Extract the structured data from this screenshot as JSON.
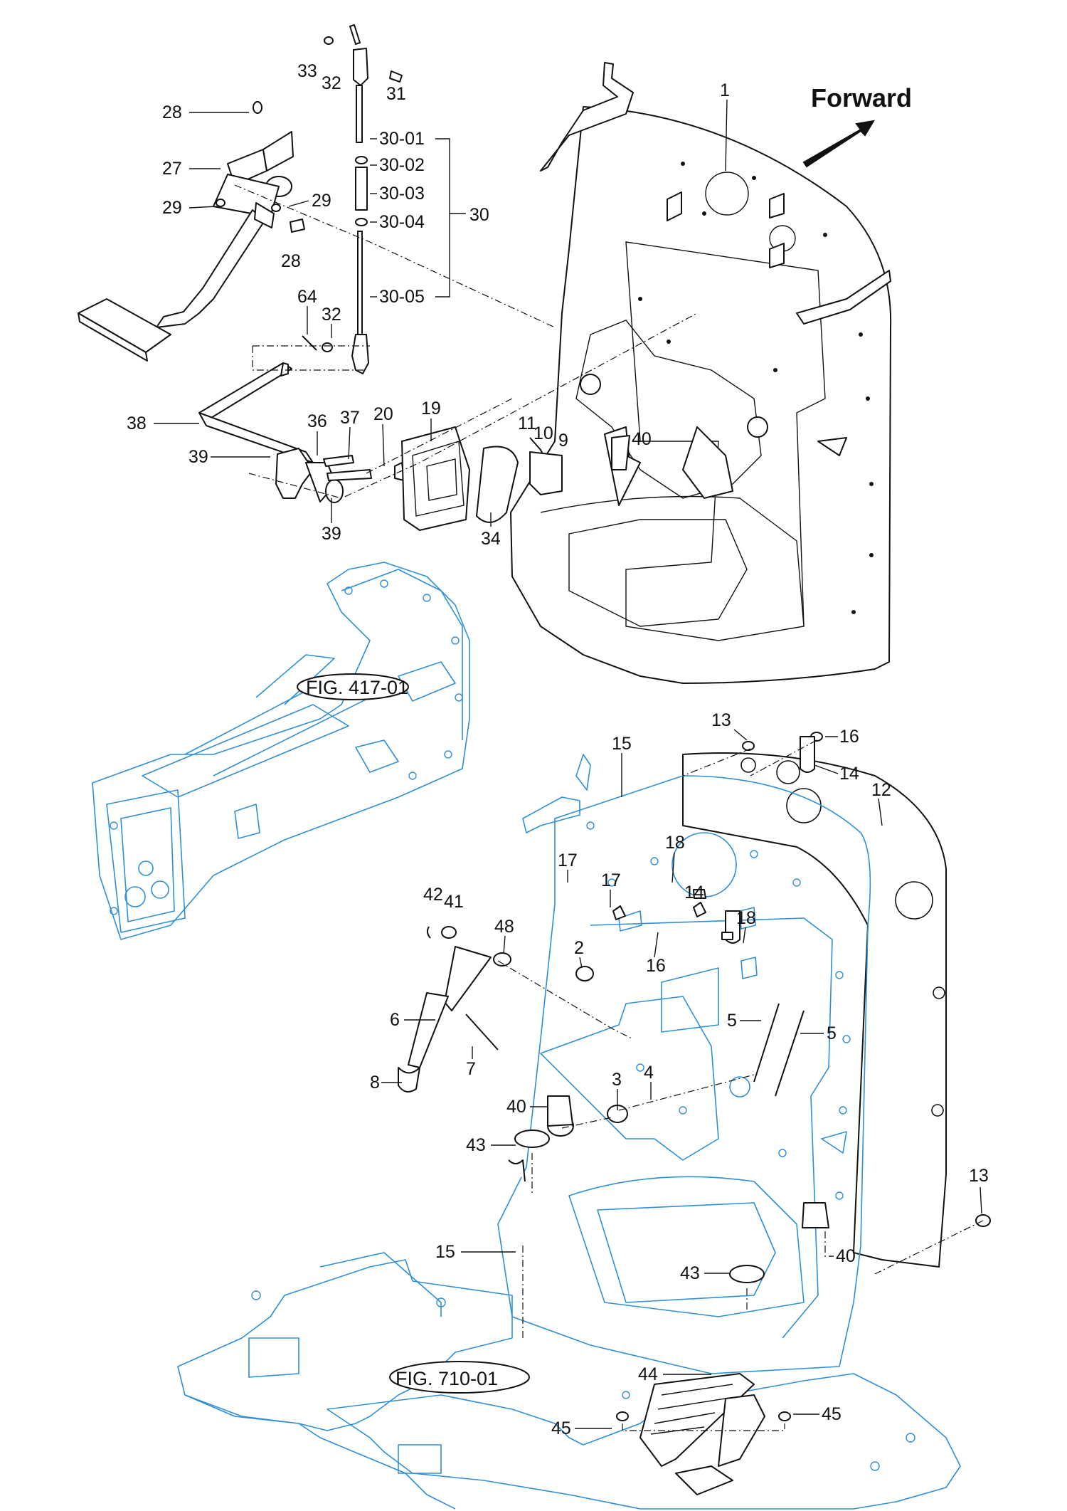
{
  "diagram": {
    "direction_label": "Forward",
    "references": [
      {
        "id": "fig-417",
        "text": "FIG. 417-01"
      },
      {
        "id": "fig-710",
        "text": "FIG. 710-01"
      }
    ],
    "callouts": [
      {
        "id": "c33",
        "text": "33"
      },
      {
        "id": "c32a",
        "text": "32"
      },
      {
        "id": "c31",
        "text": "31"
      },
      {
        "id": "c28a",
        "text": "28"
      },
      {
        "id": "c3001",
        "text": "30-01"
      },
      {
        "id": "c3002",
        "text": "30-02"
      },
      {
        "id": "c3003",
        "text": "30-03"
      },
      {
        "id": "c3004",
        "text": "30-04"
      },
      {
        "id": "c3005",
        "text": "30-05"
      },
      {
        "id": "c30",
        "text": "30"
      },
      {
        "id": "c27",
        "text": "27"
      },
      {
        "id": "c29a",
        "text": "29"
      },
      {
        "id": "c29b",
        "text": "29"
      },
      {
        "id": "c28b",
        "text": "28"
      },
      {
        "id": "c64",
        "text": "64"
      },
      {
        "id": "c32b",
        "text": "32"
      },
      {
        "id": "c1",
        "text": "1"
      },
      {
        "id": "c38",
        "text": "38"
      },
      {
        "id": "c36",
        "text": "36"
      },
      {
        "id": "c37",
        "text": "37"
      },
      {
        "id": "c20",
        "text": "20"
      },
      {
        "id": "c19",
        "text": "19"
      },
      {
        "id": "c11",
        "text": "11"
      },
      {
        "id": "c10",
        "text": "10"
      },
      {
        "id": "c9",
        "text": "9"
      },
      {
        "id": "c40a",
        "text": "40"
      },
      {
        "id": "c39a",
        "text": "39"
      },
      {
        "id": "c39b",
        "text": "39"
      },
      {
        "id": "c34",
        "text": "34"
      },
      {
        "id": "c13a",
        "text": "13"
      },
      {
        "id": "c16a",
        "text": "16"
      },
      {
        "id": "c14a",
        "text": "14"
      },
      {
        "id": "c15a",
        "text": "15"
      },
      {
        "id": "c12",
        "text": "12"
      },
      {
        "id": "c18a",
        "text": "18"
      },
      {
        "id": "c17a",
        "text": "17"
      },
      {
        "id": "c17b",
        "text": "17"
      },
      {
        "id": "c14b",
        "text": "14"
      },
      {
        "id": "c18b",
        "text": "18"
      },
      {
        "id": "c42",
        "text": "42"
      },
      {
        "id": "c41",
        "text": "41"
      },
      {
        "id": "c48",
        "text": "48"
      },
      {
        "id": "c2",
        "text": "2"
      },
      {
        "id": "c16b",
        "text": "16"
      },
      {
        "id": "c6",
        "text": "6"
      },
      {
        "id": "c5a",
        "text": "5"
      },
      {
        "id": "c5b",
        "text": "5"
      },
      {
        "id": "c7",
        "text": "7"
      },
      {
        "id": "c8",
        "text": "8"
      },
      {
        "id": "c3",
        "text": "3"
      },
      {
        "id": "c4",
        "text": "4"
      },
      {
        "id": "c40b",
        "text": "40"
      },
      {
        "id": "c43a",
        "text": "43"
      },
      {
        "id": "c13b",
        "text": "13"
      },
      {
        "id": "c15b",
        "text": "15"
      },
      {
        "id": "c40c",
        "text": "40"
      },
      {
        "id": "c43b",
        "text": "43"
      },
      {
        "id": "c44",
        "text": "44"
      },
      {
        "id": "c45a",
        "text": "45"
      },
      {
        "id": "c45b",
        "text": "45"
      }
    ]
  }
}
